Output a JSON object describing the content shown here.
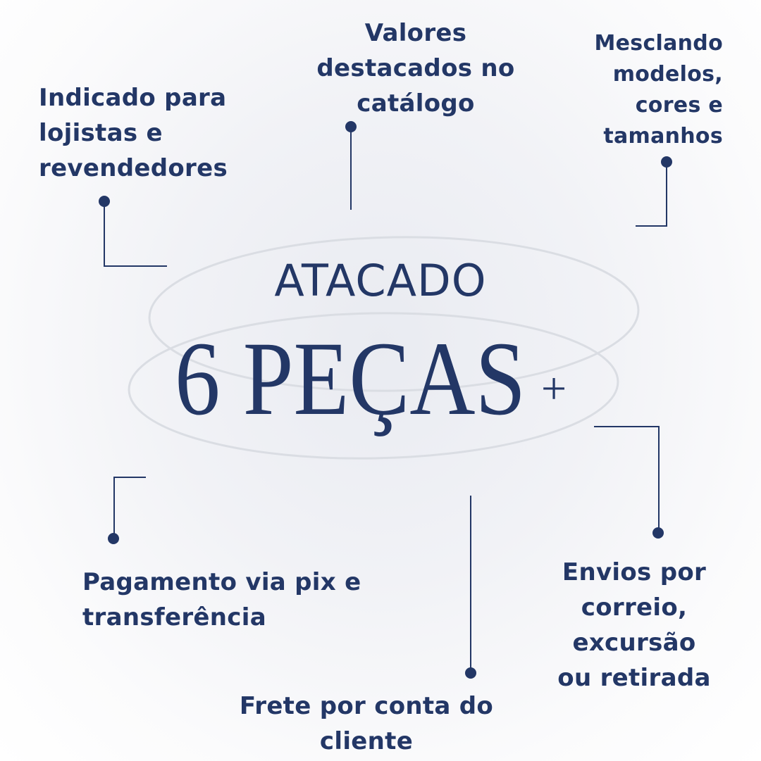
{
  "hero": {
    "title": "ATACADO",
    "quantity": "6 PEÇAS",
    "plus": "+"
  },
  "features": [
    {
      "id": "lojistas",
      "lines": [
        "Indicado para",
        "lojistas e",
        "revendedores"
      ]
    },
    {
      "id": "valores",
      "lines": [
        "Valores",
        "destacados no",
        "catálogo"
      ]
    },
    {
      "id": "mesclando",
      "lines": [
        "Mesclando",
        "modelos,",
        "cores e",
        "tamanhos"
      ]
    },
    {
      "id": "envios",
      "lines": [
        "Envios por",
        "correio,",
        "excursão",
        "ou retirada"
      ]
    },
    {
      "id": "pagamento",
      "lines": [
        "Pagamento via pix e",
        "transferência"
      ]
    },
    {
      "id": "frete",
      "lines": [
        "Frete por conta do",
        "cliente"
      ]
    }
  ],
  "colors": {
    "primary": "#233766",
    "ring": "#dcdee4",
    "background": "#f1f2f6"
  }
}
